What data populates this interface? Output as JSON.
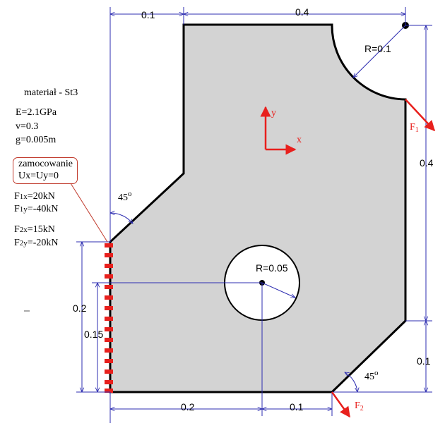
{
  "material": {
    "title": "materiał - St3",
    "E": "E=2.1GPa",
    "nu": "v=0.3",
    "g": "g=0.005m"
  },
  "support": {
    "line1": "zamocowanie",
    "line2": "Ux=Uy=0"
  },
  "forces": {
    "f1x_main": "F",
    "f1x_sub": "1x",
    "f1x_val": "=20kN",
    "f1y_main": "F",
    "f1y_sub": "1y",
    "f1y_val": "=-40kN",
    "f2x_main": "F",
    "f2x_sub": "2x",
    "f2x_val": "=15kN",
    "f2y_main": "F",
    "f2y_sub": "2y",
    "f2y_val": "=-20kN"
  },
  "dimensions": {
    "top_left": "0.1",
    "top_right": "0.4",
    "corner_radius": "R=0.1",
    "right_upper": "0.4",
    "right_lower": "0.1",
    "left_outer": "0.2",
    "left_inner": "0.15",
    "bottom_left": "0.2",
    "bottom_right": "0.1",
    "hole_radius": "R=0.05"
  },
  "angles": {
    "upper_left": "45",
    "lower_right": "45",
    "degree_mark": "o"
  },
  "axes": {
    "x": "x",
    "y": "y"
  },
  "load_labels": {
    "f1_main": "F",
    "f1_sub": "1",
    "f2_main": "F",
    "f2_sub": "2"
  },
  "colors": {
    "plate_fill": "#d3d3d3",
    "outline": "#000000",
    "dim_line": "#2c2cb0",
    "force": "#e8201d",
    "support": "#e8201d"
  }
}
